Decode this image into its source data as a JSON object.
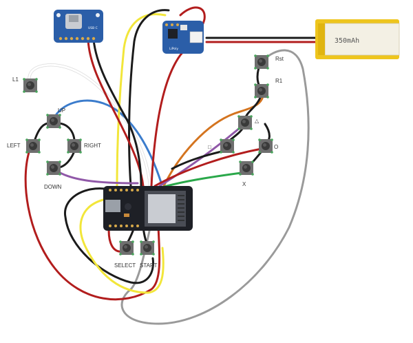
{
  "battery": {
    "label": "350mAh"
  },
  "buttons": {
    "l1": "L1",
    "up": "UP",
    "left": "LEFT",
    "right": "RIGHT",
    "down": "DOWN",
    "rst": "Rst",
    "r1": "R1",
    "triangle": "△",
    "square": "□",
    "circle": "O",
    "x": "X",
    "select": "SELECT",
    "start": "START"
  },
  "boards": {
    "usbc": "USB C",
    "charger": "LiPoly"
  },
  "colors": {
    "red": "#b21d1d",
    "black": "#1b1b1b",
    "yellow": "#f2e63a",
    "white": "#f2f2f2",
    "gray": "#9a9a9a",
    "blue": "#3b7ccc",
    "orange": "#d4741f",
    "purple": "#9058a8",
    "green": "#2aa84a",
    "board_blue": "#2b5ea8",
    "board_dark": "#1e2026",
    "battery": "#eec51d"
  }
}
